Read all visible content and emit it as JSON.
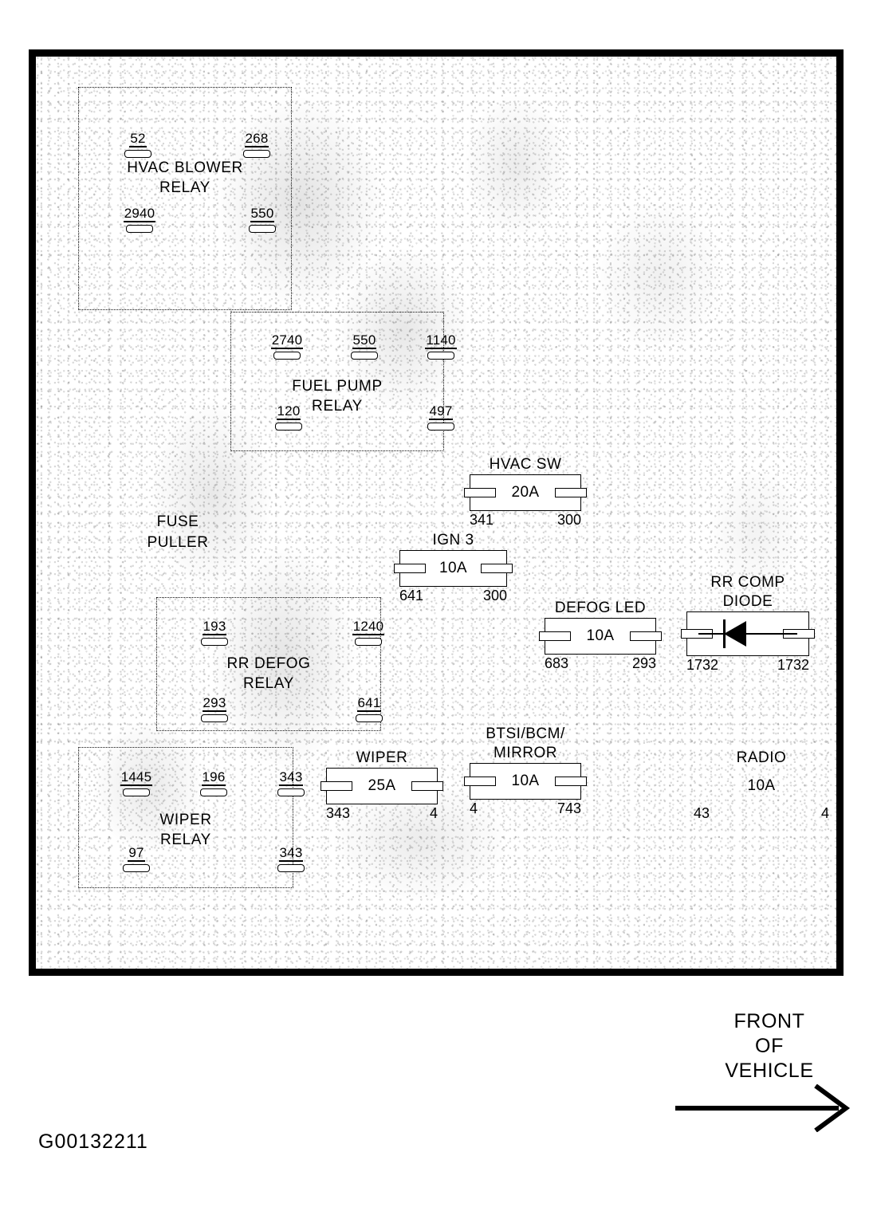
{
  "diagram": {
    "image_id": "G00132211",
    "orientation": {
      "text": "FRONT\nOF\nVEHICLE",
      "arrow_icon": "arrow-right-icon"
    },
    "fuse_puller_label": "FUSE\nPULLER"
  },
  "relays": [
    {
      "name": "hvac-blower-relay",
      "title": "HVAC BLOWER\nRELAY",
      "terminals": [
        {
          "id": "52",
          "position": "top-left"
        },
        {
          "id": "268",
          "position": "top-right"
        },
        {
          "id": "2940",
          "position": "mid-left"
        },
        {
          "id": "550",
          "position": "mid-right"
        }
      ]
    },
    {
      "name": "fuel-pump-relay",
      "title": "FUEL PUMP\nRELAY",
      "terminals": [
        {
          "id": "2740",
          "position": "top-left"
        },
        {
          "id": "550",
          "position": "top-center"
        },
        {
          "id": "1140",
          "position": "top-right"
        },
        {
          "id": "120",
          "position": "mid-left"
        },
        {
          "id": "497",
          "position": "mid-right"
        }
      ]
    },
    {
      "name": "rr-defog-relay",
      "title": "RR DEFOG\nRELAY",
      "terminals": [
        {
          "id": "193",
          "position": "top-left"
        },
        {
          "id": "1240",
          "position": "top-right"
        },
        {
          "id": "293",
          "position": "bottom-left"
        },
        {
          "id": "641",
          "position": "bottom-right"
        }
      ]
    },
    {
      "name": "wiper-relay",
      "title": "WIPER\nRELAY",
      "terminals": [
        {
          "id": "1445",
          "position": "top-left"
        },
        {
          "id": "196",
          "position": "top-center"
        },
        {
          "id": "343",
          "position": "top-right"
        },
        {
          "id": "97",
          "position": "bottom-left"
        },
        {
          "id": "343",
          "position": "bottom-right"
        }
      ]
    }
  ],
  "fuses": [
    {
      "name": "hvac-sw-fuse",
      "label": "HVAC SW",
      "amperage": "20A",
      "pin_left": "341",
      "pin_right": "300",
      "boxed": true
    },
    {
      "name": "ign-3-fuse",
      "label": "IGN 3",
      "amperage": "10A",
      "pin_left": "641",
      "pin_right": "300",
      "boxed": true
    },
    {
      "name": "defog-led-fuse",
      "label": "DEFOG LED",
      "amperage": "10A",
      "pin_left": "683",
      "pin_right": "293",
      "boxed": true
    },
    {
      "name": "wiper-fuse",
      "label": "WIPER",
      "amperage": "25A",
      "pin_left": "343",
      "pin_right": "4",
      "boxed": true
    },
    {
      "name": "btsi-bcm-mirror-fuse",
      "label": "BTSI/BCM/\nMIRROR",
      "amperage": "10A",
      "pin_left": "4",
      "pin_right": "743",
      "boxed": true
    },
    {
      "name": "radio-fuse",
      "label": "RADIO",
      "amperage": "10A",
      "pin_left": "43",
      "pin_right": "4",
      "boxed": false
    }
  ],
  "diode": {
    "name": "rr-comp-diode",
    "label": "RR COMP\nDIODE",
    "pin_left": "1732",
    "pin_right": "1732",
    "symbol_icon": "diode-triangle-icon"
  }
}
